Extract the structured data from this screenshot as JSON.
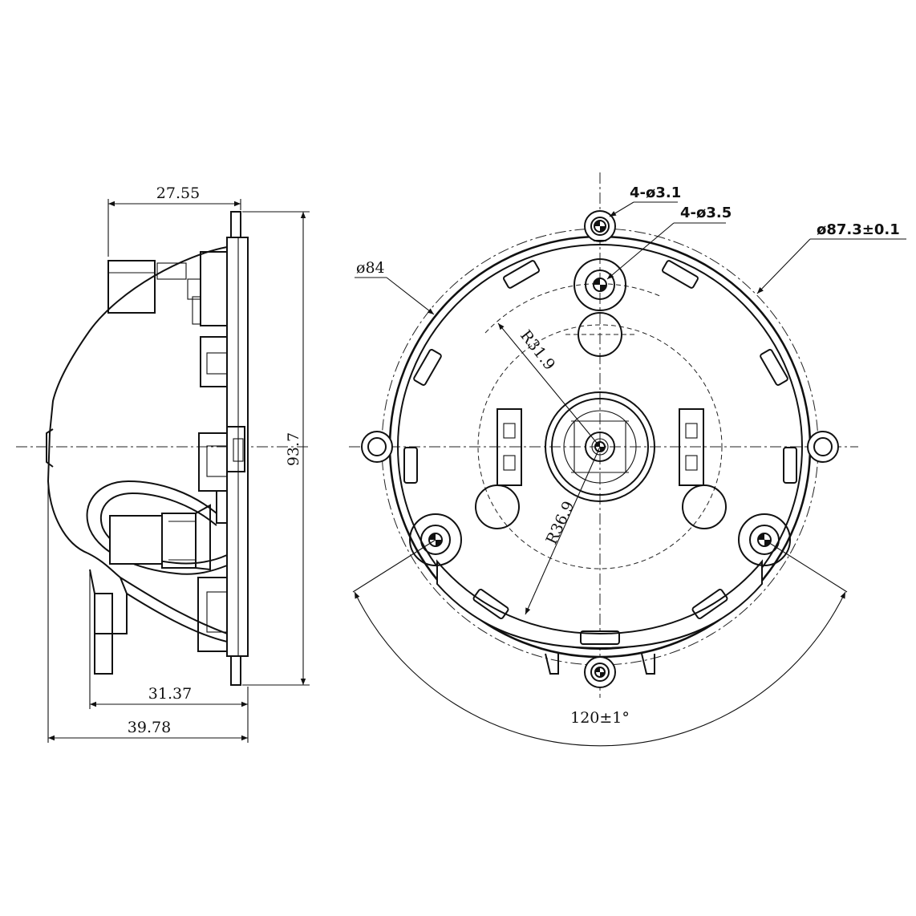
{
  "side_view": {
    "width_top": "27.55",
    "height": "93.7",
    "depth_mid": "31.37",
    "depth_total": "39.78"
  },
  "front_view": {
    "holes_small": "4-ø3.1",
    "holes_large": "4-ø3.5",
    "outer_diameter": "ø87.3±0.1",
    "inner_diameter": "ø84",
    "radius_inner": "R31.9",
    "radius_outer": "R36.9",
    "angle": "120±1°"
  }
}
